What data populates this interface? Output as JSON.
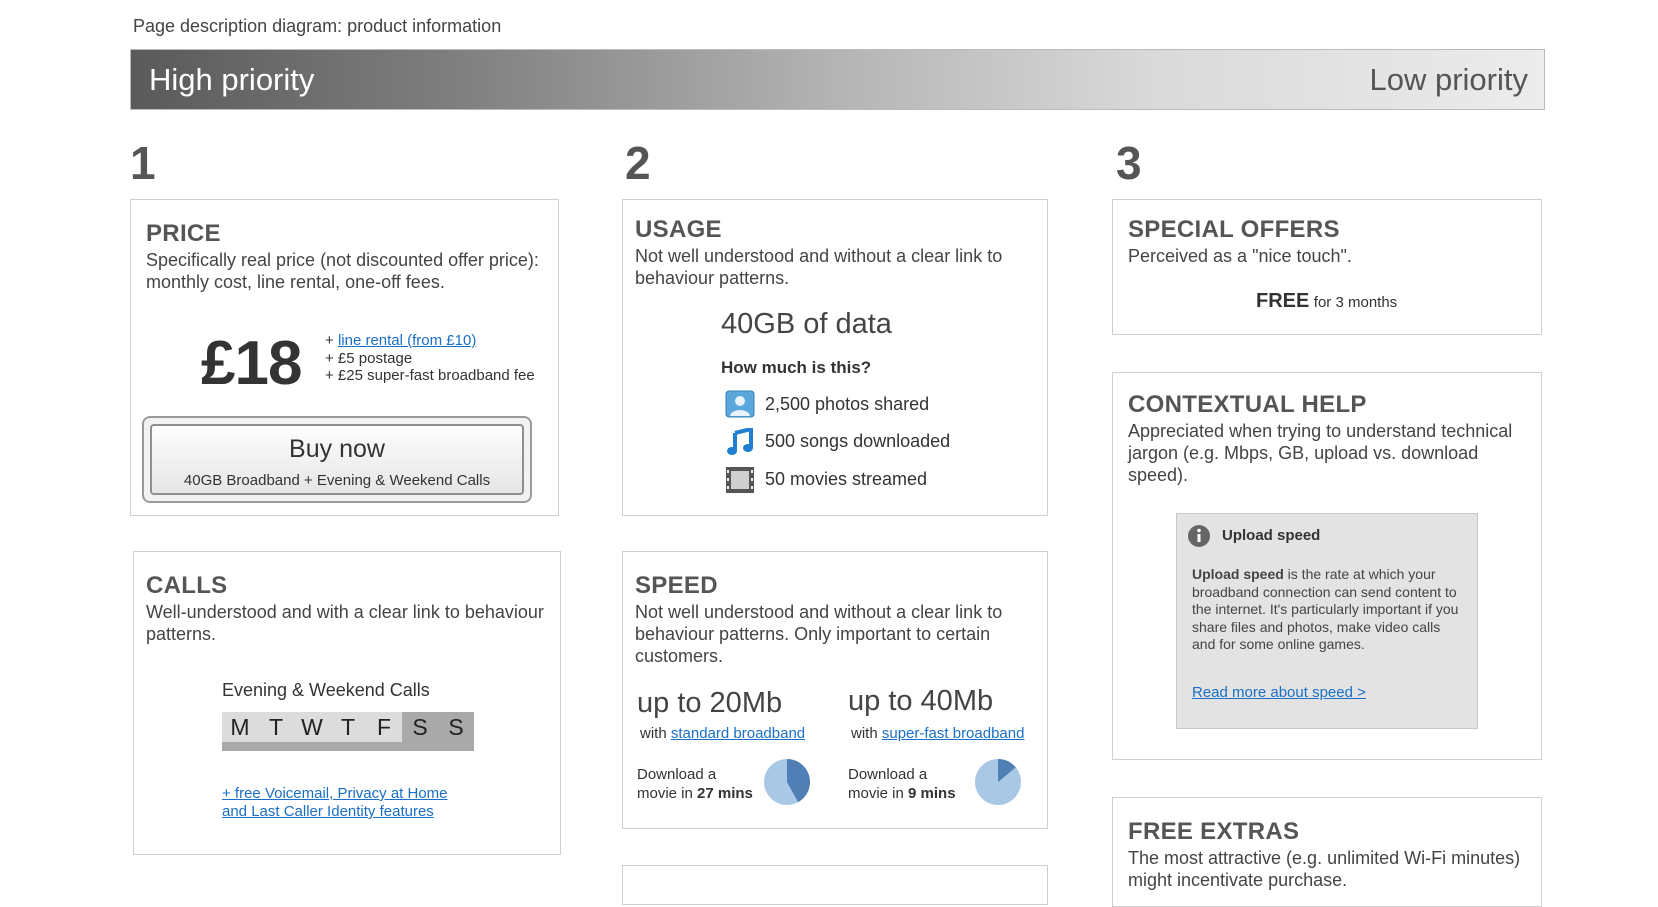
{
  "caption": "Page description diagram: product information",
  "priority_bar": {
    "high": "High priority",
    "low": "Low priority"
  },
  "columns": [
    "1",
    "2",
    "3"
  ],
  "price": {
    "title": "PRICE",
    "desc": "Specifically real price (not discounted offer price): monthly cost, line rental, one-off fees.",
    "amount": "£18",
    "fee_line_rental": "line rental (from £10)",
    "fee_postage": "+ £5 postage",
    "fee_setup": "+ £25 super-fast broadband fee",
    "plus": "+",
    "buy_label": "Buy now",
    "buy_sub": "40GB Broadband + Evening & Weekend Calls"
  },
  "calls": {
    "title": "CALLS",
    "desc": "Well-understood and with a clear link to behaviour patterns.",
    "plan": "Evening & Weekend Calls",
    "days": [
      "M",
      "T",
      "W",
      "T",
      "F",
      "S",
      "S"
    ],
    "link1": "+ free Voicemail, Privacy at Home",
    "link2": "and Last Caller Identity features"
  },
  "usage": {
    "title": "USAGE",
    "desc": "Not well understood and without a clear link to behaviour patterns.",
    "amount": "40GB of data",
    "question": "How much is this?",
    "items": [
      {
        "icon": "photo-person-icon",
        "label": "2,500 photos shared"
      },
      {
        "icon": "music-note-icon",
        "label": "500 songs downloaded"
      },
      {
        "icon": "film-strip-icon",
        "label": "50 movies streamed"
      }
    ]
  },
  "speed": {
    "title": "SPEED",
    "desc": "Not well understood and without a clear link to behaviour patterns. Only important to certain customers.",
    "plans": [
      {
        "speed": "up to 20Mb",
        "with": "with",
        "link": "standard broadband",
        "dl_line1": "Download a",
        "dl_line2": "movie in",
        "time": "27 mins",
        "pie_fraction": 0.42
      },
      {
        "speed": "up to 40Mb",
        "with": "with",
        "link": "super-fast broadband",
        "dl_line1": "Download a",
        "dl_line2": "movie in",
        "time": "9 mins",
        "pie_fraction": 0.14
      }
    ]
  },
  "offers": {
    "title": "SPECIAL OFFERS",
    "desc": "Perceived as a \"nice touch\".",
    "free": "FREE",
    "term": "for 3 months"
  },
  "help": {
    "title": "CONTEXTUAL HELP",
    "desc": "Appreciated when trying to understand technical jargon (e.g. Mbps, GB, upload vs. download speed).",
    "tip_title": "Upload speed",
    "tip_term": "Upload speed",
    "tip_body": " is the rate at which your broadband connection can send content to the internet. It's particularly important if you share files and photos, make video calls and for some online games.",
    "tip_link": "Read more about speed >"
  },
  "extras": {
    "title": "FREE EXTRAS",
    "desc": "The most attractive (e.g. unlimited Wi-Fi minutes) might incentivate purchase."
  },
  "colors": {
    "link": "#1a6fc6",
    "heading": "#555555",
    "day_weekday": "#d9d9d9",
    "day_weekend": "#a9a9a9",
    "pie_light": "#a9c8e6",
    "pie_dark": "#4f7fb5"
  }
}
